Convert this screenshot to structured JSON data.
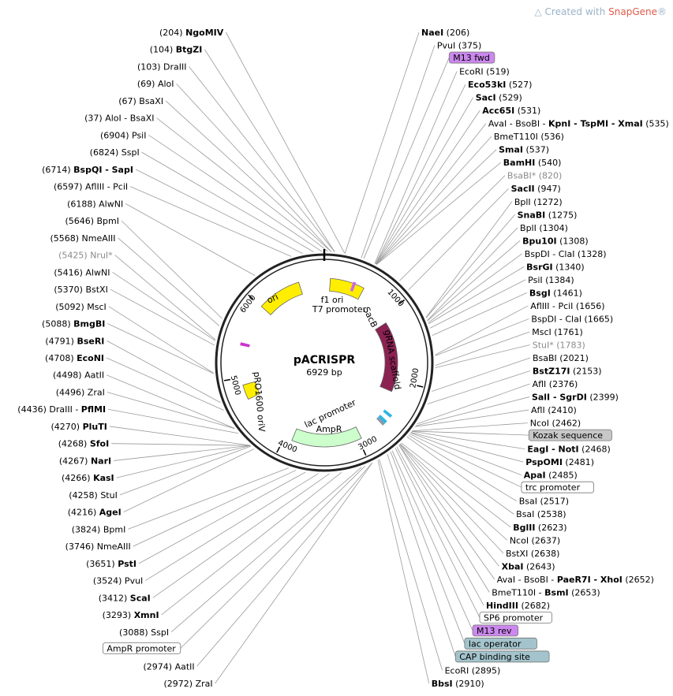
{
  "watermark": {
    "prefix": "Created with ",
    "brand": "SnapGene",
    "suffix": "®"
  },
  "plasmid": {
    "name": "pACRISPR",
    "size_label": "6929 bp",
    "length": 6929
  },
  "colors": {
    "backbone": "#222222",
    "ori": "#ffee00",
    "ampr": "#ccffcc",
    "gRNA": "#8b2252",
    "primer": "#cc88ee",
    "feature_box_cyan": "#a3c4cc",
    "feature_box_grey": "#c8c8c8",
    "lac_operator": "#2bb6e0"
  },
  "ticks": [
    {
      "pos": 1000,
      "label": "1000"
    },
    {
      "pos": 2000,
      "label": "2000"
    },
    {
      "pos": 3000,
      "label": "3000"
    },
    {
      "pos": 4000,
      "label": "4000"
    },
    {
      "pos": 5000,
      "label": "5000"
    },
    {
      "pos": 6000,
      "label": "6000"
    }
  ],
  "features": [
    {
      "name": "f1 ori",
      "label": "f1 ori",
      "start": 80,
      "end": 540,
      "type": "yellow"
    },
    {
      "name": "ori",
      "label": "ori",
      "start": 6000,
      "end": 6589,
      "type": "yellow"
    },
    {
      "name": "pRO1600 oriV",
      "label": "pRO1600 oriV",
      "start": 4700,
      "end": 4900,
      "type": "yellow"
    },
    {
      "name": "SacB gRNA scaffold",
      "label": "gRNA scaffold",
      "start": 1100,
      "end": 2180,
      "type": "maroon"
    },
    {
      "name": "AmpR",
      "label": "AmpR",
      "start": 3900,
      "end": 2960,
      "type": "green"
    }
  ],
  "inner_labels": [
    {
      "text": "f1 ori"
    },
    {
      "text": "T7 promoter"
    },
    {
      "text": "SacB"
    },
    {
      "text": "gRNA scaffold"
    },
    {
      "text": "lac promoter"
    },
    {
      "text": "AmpR"
    },
    {
      "text": "pRO1600 oriV"
    },
    {
      "text": "ori"
    }
  ],
  "labels_right": [
    {
      "pos": 206,
      "parts": [
        {
          "t": "NaeI",
          "b": true
        },
        {
          "t": "  (206)"
        }
      ]
    },
    {
      "pos": 375,
      "parts": [
        {
          "t": "PvuI  (375)"
        }
      ]
    },
    {
      "pos": 400,
      "box": "primer",
      "parts": [
        {
          "t": "M13 fwd"
        }
      ]
    },
    {
      "pos": 519,
      "parts": [
        {
          "t": "EcoRI  (519)"
        }
      ]
    },
    {
      "pos": 527,
      "parts": [
        {
          "t": "Eco53kI",
          "b": true
        },
        {
          "t": "  (527)"
        }
      ]
    },
    {
      "pos": 529,
      "parts": [
        {
          "t": "SacI",
          "b": true
        },
        {
          "t": "  (529)"
        }
      ]
    },
    {
      "pos": 531,
      "parts": [
        {
          "t": "Acc65I",
          "b": true
        },
        {
          "t": "  (531)"
        }
      ]
    },
    {
      "pos": 535,
      "parts": [
        {
          "t": "AvaI - BsoBI - "
        },
        {
          "t": "KpnI - TspMI - XmaI",
          "b": true
        },
        {
          "t": "  (535)"
        }
      ]
    },
    {
      "pos": 536,
      "parts": [
        {
          "t": "BmeT110I  (536)"
        }
      ]
    },
    {
      "pos": 537,
      "parts": [
        {
          "t": "SmaI",
          "b": true
        },
        {
          "t": "  (537)"
        }
      ]
    },
    {
      "pos": 540,
      "parts": [
        {
          "t": "BamHI",
          "b": true
        },
        {
          "t": "  (540)"
        }
      ]
    },
    {
      "pos": 820,
      "grey": true,
      "parts": [
        {
          "t": "BsaBI*  (820)"
        }
      ]
    },
    {
      "pos": 947,
      "parts": [
        {
          "t": "SacII",
          "b": true
        },
        {
          "t": "  (947)"
        }
      ]
    },
    {
      "pos": 1272,
      "parts": [
        {
          "t": "BplI  (1272)"
        }
      ]
    },
    {
      "pos": 1275,
      "parts": [
        {
          "t": "SnaBI",
          "b": true
        },
        {
          "t": "  (1275)"
        }
      ]
    },
    {
      "pos": 1304,
      "parts": [
        {
          "t": "BplI  (1304)"
        }
      ]
    },
    {
      "pos": 1308,
      "parts": [
        {
          "t": "Bpu10I",
          "b": true
        },
        {
          "t": "  (1308)"
        }
      ]
    },
    {
      "pos": 1328,
      "parts": [
        {
          "t": "BspDI - ClaI  (1328)"
        }
      ]
    },
    {
      "pos": 1340,
      "parts": [
        {
          "t": "BsrGI",
          "b": true
        },
        {
          "t": "  (1340)"
        }
      ]
    },
    {
      "pos": 1384,
      "parts": [
        {
          "t": "PsiI  (1384)"
        }
      ]
    },
    {
      "pos": 1461,
      "parts": [
        {
          "t": "BsgI",
          "b": true
        },
        {
          "t": "  (1461)"
        }
      ]
    },
    {
      "pos": 1656,
      "parts": [
        {
          "t": "AflIII - PciI  (1656)"
        }
      ]
    },
    {
      "pos": 1665,
      "parts": [
        {
          "t": "BspDI - ClaI  (1665)"
        }
      ]
    },
    {
      "pos": 1761,
      "parts": [
        {
          "t": "MscI  (1761)"
        }
      ]
    },
    {
      "pos": 1783,
      "grey": true,
      "parts": [
        {
          "t": "StuI*  (1783)"
        }
      ]
    },
    {
      "pos": 2021,
      "parts": [
        {
          "t": "BsaBI  (2021)"
        }
      ]
    },
    {
      "pos": 2153,
      "parts": [
        {
          "t": "BstZ17I",
          "b": true
        },
        {
          "t": "  (2153)"
        }
      ]
    },
    {
      "pos": 2376,
      "parts": [
        {
          "t": "AflI  (2376)"
        }
      ]
    },
    {
      "pos": 2399,
      "parts": [
        {
          "t": "SalI - SgrDI",
          "b": true
        },
        {
          "t": "  (2399)"
        }
      ]
    },
    {
      "pos": 2410,
      "parts": [
        {
          "t": "AflI  (2410)"
        }
      ]
    },
    {
      "pos": 2462,
      "parts": [
        {
          "t": "NcoI  (2462)"
        }
      ]
    },
    {
      "pos": 2465,
      "box": "grey",
      "parts": [
        {
          "t": "Kozak sequence"
        }
      ]
    },
    {
      "pos": 2468,
      "parts": [
        {
          "t": "EagI - NotI",
          "b": true
        },
        {
          "t": "  (2468)"
        }
      ]
    },
    {
      "pos": 2481,
      "parts": [
        {
          "t": "PspOMI",
          "b": true
        },
        {
          "t": "  (2481)"
        }
      ]
    },
    {
      "pos": 2485,
      "parts": [
        {
          "t": "ApaI",
          "b": true
        },
        {
          "t": "  (2485)"
        }
      ]
    },
    {
      "pos": 2500,
      "box": "white",
      "parts": [
        {
          "t": "trc promoter"
        }
      ]
    },
    {
      "pos": 2517,
      "parts": [
        {
          "t": "BsaI  (2517)"
        }
      ]
    },
    {
      "pos": 2538,
      "parts": [
        {
          "t": "BsaI  (2538)"
        }
      ]
    },
    {
      "pos": 2623,
      "parts": [
        {
          "t": "BglII",
          "b": true
        },
        {
          "t": "  (2623)"
        }
      ]
    },
    {
      "pos": 2637,
      "parts": [
        {
          "t": "NcoI  (2637)"
        }
      ]
    },
    {
      "pos": 2638,
      "parts": [
        {
          "t": "BstXI  (2638)"
        }
      ]
    },
    {
      "pos": 2643,
      "parts": [
        {
          "t": "XbaI",
          "b": true
        },
        {
          "t": "  (2643)"
        }
      ]
    },
    {
      "pos": 2652,
      "parts": [
        {
          "t": "AvaI - BsoBI - "
        },
        {
          "t": "PaeR7I - XhoI",
          "b": true
        },
        {
          "t": "  (2652)"
        }
      ]
    },
    {
      "pos": 2653,
      "parts": [
        {
          "t": "BmeT110I - "
        },
        {
          "t": "BsmI",
          "b": true
        },
        {
          "t": "  (2653)"
        }
      ]
    },
    {
      "pos": 2682,
      "parts": [
        {
          "t": "HindIII",
          "b": true
        },
        {
          "t": "  (2682)"
        }
      ]
    },
    {
      "pos": 2700,
      "box": "white",
      "parts": [
        {
          "t": "SP6 promoter"
        }
      ]
    },
    {
      "pos": 2740,
      "box": "primer",
      "parts": [
        {
          "t": "M13 rev"
        }
      ]
    },
    {
      "pos": 2760,
      "box": "cyan",
      "parts": [
        {
          "t": "lac operator"
        }
      ]
    },
    {
      "pos": 2800,
      "box": "cyan",
      "parts": [
        {
          "t": "CAP binding site"
        }
      ]
    },
    {
      "pos": 2895,
      "parts": [
        {
          "t": "EcoRI  (2895)"
        }
      ]
    },
    {
      "pos": 2910,
      "parts": [
        {
          "t": "BbsI",
          "b": true
        },
        {
          "t": "  (2910)"
        }
      ]
    }
  ],
  "labels_left": [
    {
      "pos": 204,
      "parts": [
        {
          "t": "(204)  "
        },
        {
          "t": "NgoMIV",
          "b": true
        }
      ]
    },
    {
      "pos": 104,
      "parts": [
        {
          "t": "(104)  "
        },
        {
          "t": "BtgZI",
          "b": true
        }
      ]
    },
    {
      "pos": 103,
      "parts": [
        {
          "t": "(103)  DraIII"
        }
      ]
    },
    {
      "pos": 69,
      "parts": [
        {
          "t": "(69)  AloI"
        }
      ]
    },
    {
      "pos": 67,
      "parts": [
        {
          "t": "(67)  BsaXI"
        }
      ]
    },
    {
      "pos": 37,
      "parts": [
        {
          "t": "(37)  AloI - BsaXI"
        }
      ]
    },
    {
      "pos": 6904,
      "parts": [
        {
          "t": "(6904)  PsiI"
        }
      ]
    },
    {
      "pos": 6824,
      "parts": [
        {
          "t": "(6824)  SspI"
        }
      ]
    },
    {
      "pos": 6714,
      "parts": [
        {
          "t": "(6714)  "
        },
        {
          "t": "BspQI - SapI",
          "b": true
        }
      ]
    },
    {
      "pos": 6597,
      "parts": [
        {
          "t": "(6597)  AflIII - PciI"
        }
      ]
    },
    {
      "pos": 6188,
      "parts": [
        {
          "t": "(6188)  AlwNI"
        }
      ]
    },
    {
      "pos": 5646,
      "parts": [
        {
          "t": "(5646)  BpmI"
        }
      ]
    },
    {
      "pos": 5568,
      "parts": [
        {
          "t": "(5568)  NmeAIII"
        }
      ]
    },
    {
      "pos": 5425,
      "grey": true,
      "parts": [
        {
          "t": "(5425)  NruI*"
        }
      ]
    },
    {
      "pos": 5416,
      "parts": [
        {
          "t": "(5416)  AlwNI"
        }
      ]
    },
    {
      "pos": 5370,
      "parts": [
        {
          "t": "(5370)  BstXI"
        }
      ]
    },
    {
      "pos": 5092,
      "parts": [
        {
          "t": "(5092)  MscI"
        }
      ]
    },
    {
      "pos": 5088,
      "parts": [
        {
          "t": "(5088)  "
        },
        {
          "t": "BmgBI",
          "b": true
        }
      ]
    },
    {
      "pos": 4791,
      "parts": [
        {
          "t": "(4791)  "
        },
        {
          "t": "BseRI",
          "b": true
        }
      ]
    },
    {
      "pos": 4708,
      "parts": [
        {
          "t": "(4708)  "
        },
        {
          "t": "EcoNI",
          "b": true
        }
      ]
    },
    {
      "pos": 4498,
      "parts": [
        {
          "t": "(4498)  AatII"
        }
      ]
    },
    {
      "pos": 4496,
      "parts": [
        {
          "t": "(4496)  ZraI"
        }
      ]
    },
    {
      "pos": 4436,
      "parts": [
        {
          "t": "(4436)  DraIII - "
        },
        {
          "t": "PflMI",
          "b": true
        }
      ]
    },
    {
      "pos": 4270,
      "parts": [
        {
          "t": "(4270)  "
        },
        {
          "t": "PluTI",
          "b": true
        }
      ]
    },
    {
      "pos": 4268,
      "parts": [
        {
          "t": "(4268)  "
        },
        {
          "t": "SfoI",
          "b": true
        }
      ]
    },
    {
      "pos": 4267,
      "parts": [
        {
          "t": "(4267)  "
        },
        {
          "t": "NarI",
          "b": true
        }
      ]
    },
    {
      "pos": 4266,
      "parts": [
        {
          "t": "(4266)  "
        },
        {
          "t": "KasI",
          "b": true
        }
      ]
    },
    {
      "pos": 4258,
      "parts": [
        {
          "t": "(4258)  StuI"
        }
      ]
    },
    {
      "pos": 4216,
      "parts": [
        {
          "t": "(4216)  "
        },
        {
          "t": "AgeI",
          "b": true
        }
      ]
    },
    {
      "pos": 3824,
      "parts": [
        {
          "t": "(3824)  BpmI"
        }
      ]
    },
    {
      "pos": 3746,
      "parts": [
        {
          "t": "(3746)  NmeAIII"
        }
      ]
    },
    {
      "pos": 3651,
      "parts": [
        {
          "t": "(3651)  "
        },
        {
          "t": "PstI",
          "b": true
        }
      ]
    },
    {
      "pos": 3524,
      "parts": [
        {
          "t": "(3524)  PvuI"
        }
      ]
    },
    {
      "pos": 3412,
      "parts": [
        {
          "t": "(3412)  "
        },
        {
          "t": "ScaI",
          "b": true
        }
      ]
    },
    {
      "pos": 3293,
      "parts": [
        {
          "t": "(3293)  "
        },
        {
          "t": "XmnI",
          "b": true
        }
      ]
    },
    {
      "pos": 3088,
      "parts": [
        {
          "t": "(3088)  SspI"
        }
      ]
    },
    {
      "pos": 3050,
      "box": "white",
      "parts": [
        {
          "t": "AmpR promoter"
        }
      ]
    },
    {
      "pos": 2974,
      "parts": [
        {
          "t": "(2974)  AatII"
        }
      ]
    },
    {
      "pos": 2972,
      "parts": [
        {
          "t": "(2972)  ZraI"
        }
      ]
    }
  ]
}
